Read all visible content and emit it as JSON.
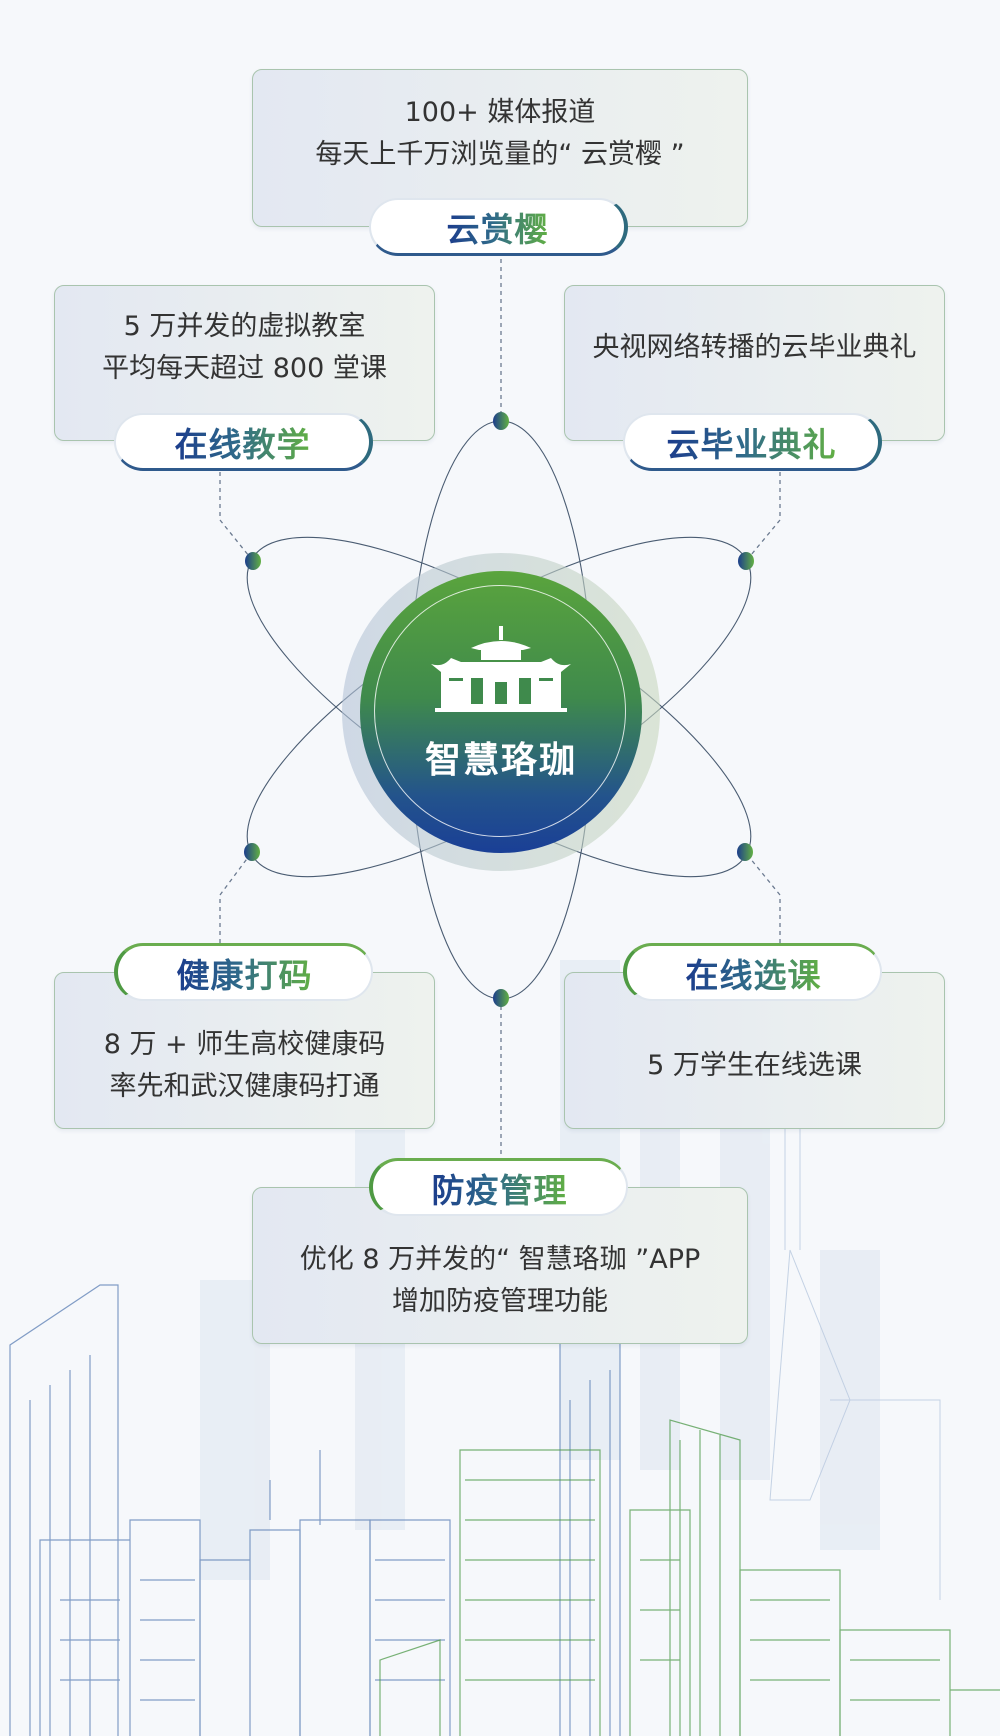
{
  "center": {
    "title": "智慧珞珈",
    "icon": "university-building-icon"
  },
  "nodes": [
    {
      "id": "cloud-sakura",
      "label": "云赏樱",
      "lines": [
        "100+ 媒体报道",
        "每天上千万浏览量的“ 云赏樱 ”"
      ]
    },
    {
      "id": "online-teaching",
      "label": "在线教学",
      "lines": [
        "5 万并发的虚拟教室",
        "平均每天超过 800 堂课"
      ]
    },
    {
      "id": "cloud-graduation",
      "label": "云毕业典礼",
      "lines": [
        "央视网络转播的云毕业典礼"
      ]
    },
    {
      "id": "health-code",
      "label": "健康打码",
      "lines": [
        "8 万 + 师生高校健康码",
        "率先和武汉健康码打通"
      ]
    },
    {
      "id": "course-selection",
      "label": "在线选课",
      "lines": [
        "5 万学生在线选课"
      ]
    },
    {
      "id": "epidemic-management",
      "label": "防疫管理",
      "lines": [
        "优化 8 万并发的“ 智慧珞珈 ”APP",
        "增加防疫管理功能"
      ]
    }
  ],
  "colors": {
    "blue": "#1c3d8c",
    "green": "#62b043",
    "background": "#f6f8fb"
  }
}
